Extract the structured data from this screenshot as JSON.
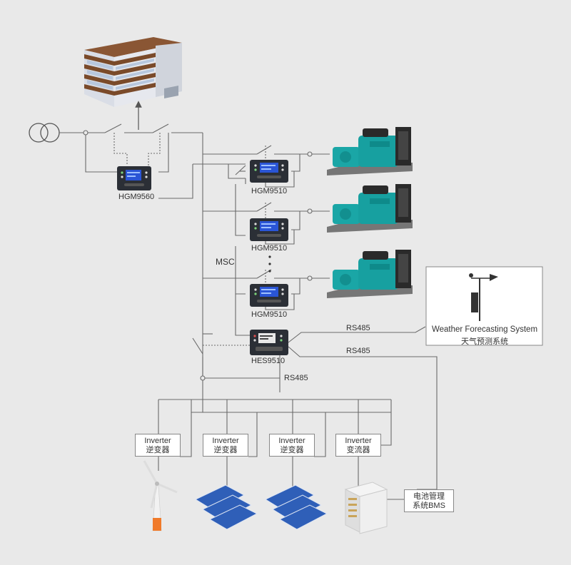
{
  "controllers": {
    "hgm9560": "HGM9560",
    "hgm9510_1": "HGM9510",
    "hgm9510_2": "HGM9510",
    "hgm9510_3": "HGM9510",
    "hes9510": "HES9510"
  },
  "bus_label": "MSC",
  "links": {
    "rs485_weather": "RS485",
    "rs485_bms": "RS485",
    "rs485_down": "RS485"
  },
  "weather": {
    "title_en": "Weather Forecasting System",
    "title_cn": "天气预测系统"
  },
  "inverters": [
    {
      "en": "Inverter",
      "cn": "逆变器"
    },
    {
      "en": "Inverter",
      "cn": "逆变器"
    },
    {
      "en": "Inverter",
      "cn": "逆变器"
    },
    {
      "en": "Inverter",
      "cn": "变流器"
    }
  ],
  "bms": {
    "line1": "电池管理",
    "line2": "系统BMS"
  },
  "colors": {
    "line": "#6a6a6a",
    "generator": "#1aa6a6",
    "controller": "#2b2f36",
    "screen": "#2a55d6",
    "panel": "#2f5fb8",
    "building_brown": "#7a4a2a",
    "building_glass": "#c9d6e8"
  }
}
